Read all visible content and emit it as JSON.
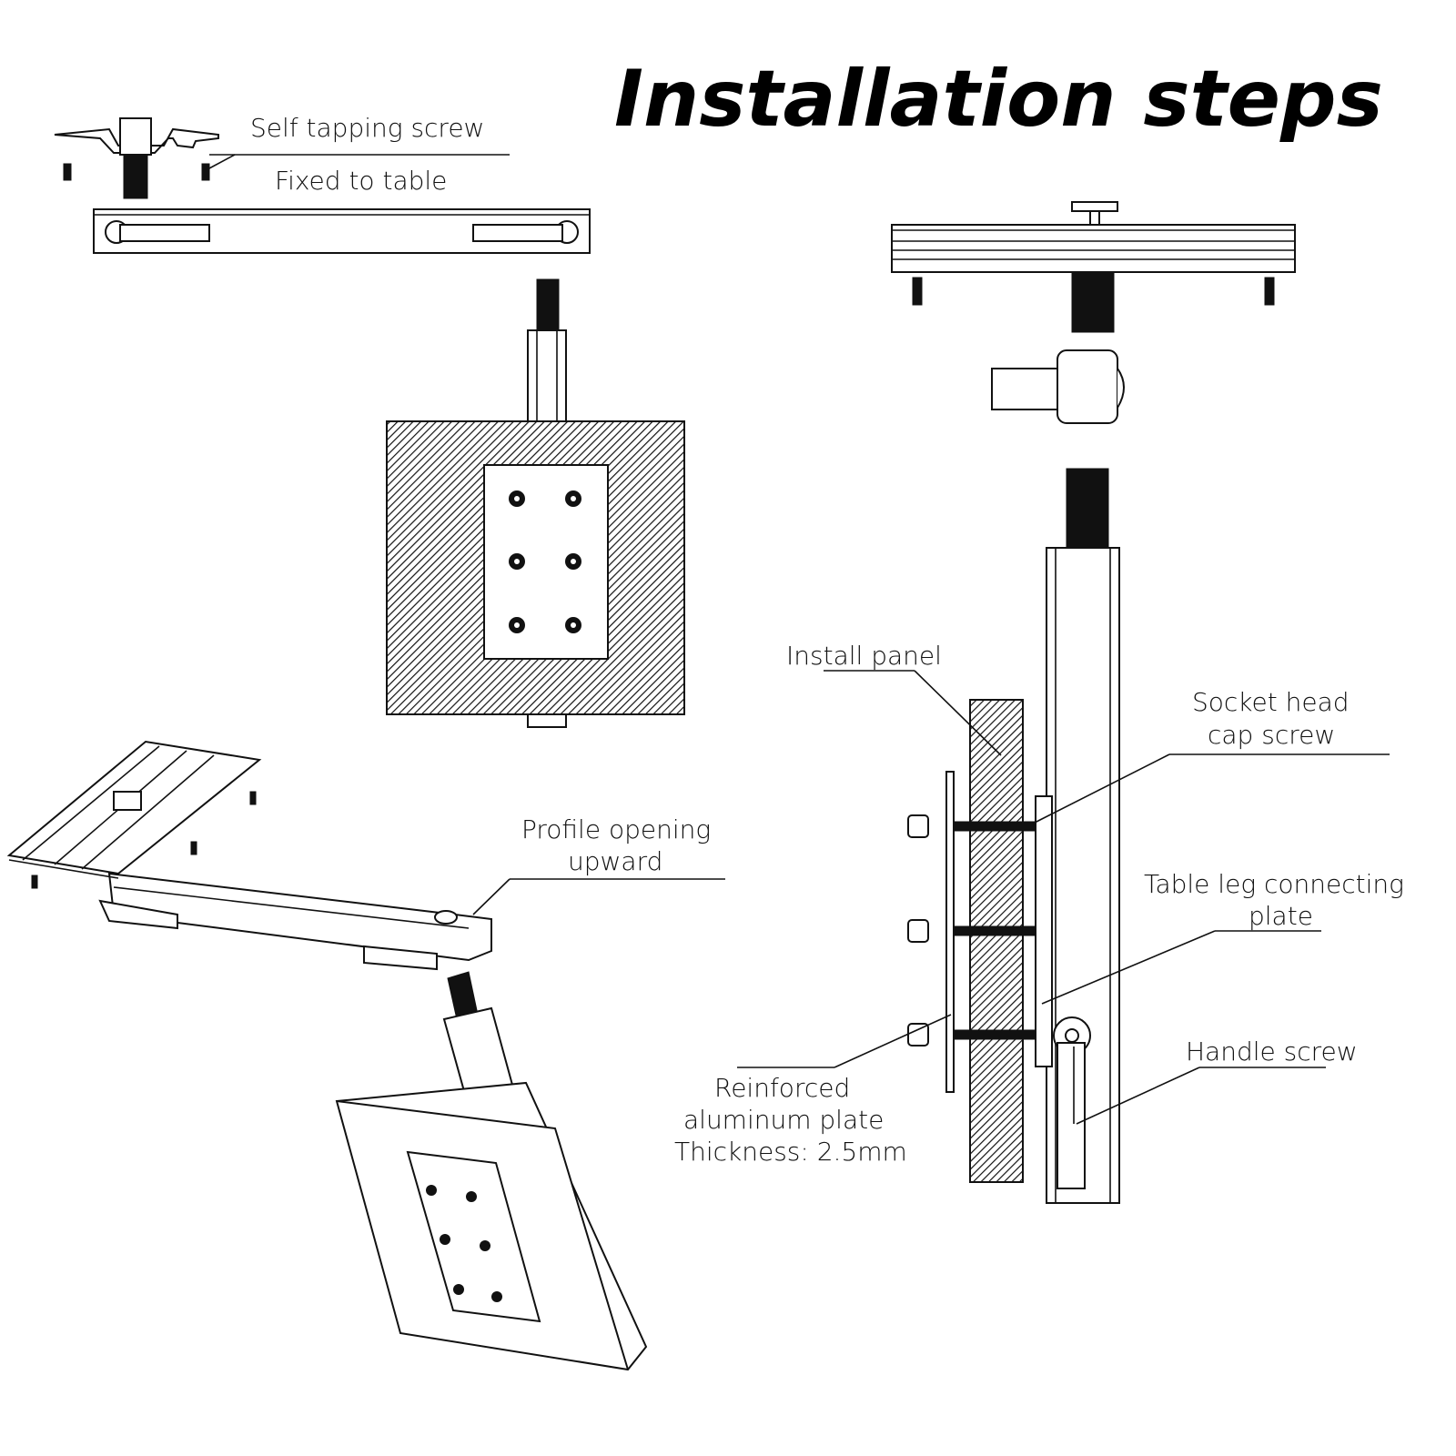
{
  "title": "Installation steps",
  "labels": {
    "self_tapping_screw": "Self tapping screw",
    "fixed_to_table": "Fixed to table",
    "profile_opening_1": "Profile opening",
    "profile_opening_2": "upward",
    "install_panel": "Install panel",
    "socket_head_1": "Socket head",
    "socket_head_2": "cap screw",
    "table_leg_1": "Table leg connecting",
    "table_leg_2": "plate",
    "handle_screw": "Handle screw",
    "reinforced_1": "Reinforced",
    "reinforced_2": "aluminum plate",
    "reinforced_3": "Thickness: 2.5mm"
  },
  "colors": {
    "ink": "#111111",
    "background": "#ffffff"
  }
}
